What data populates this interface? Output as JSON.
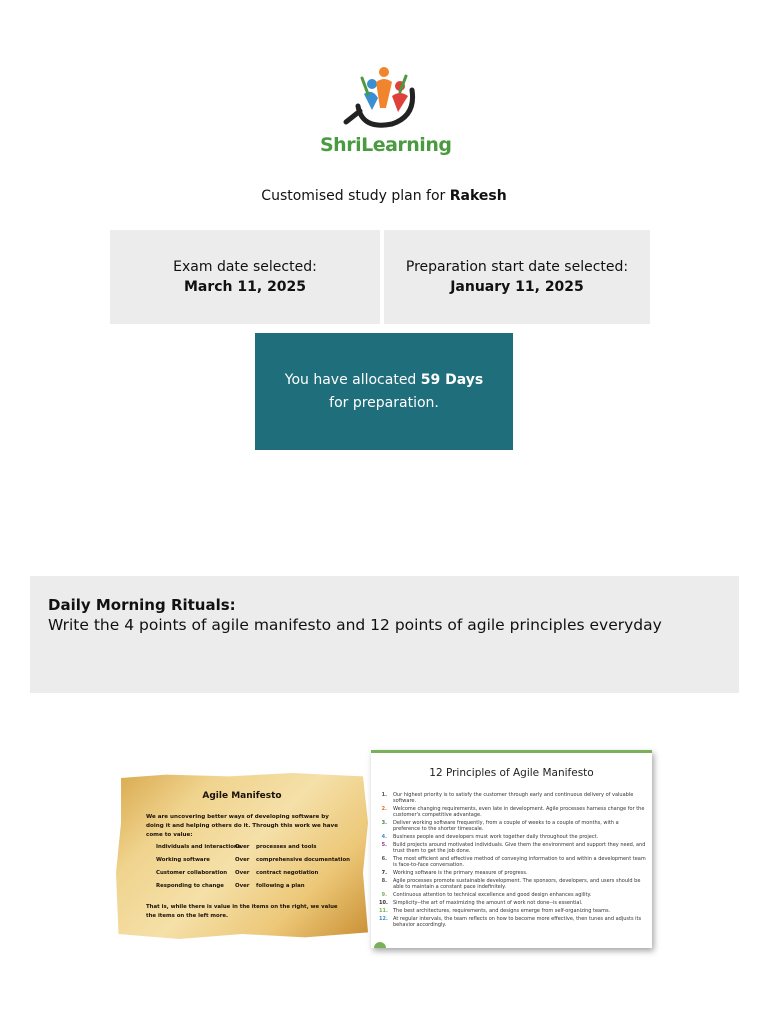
{
  "brand": {
    "name": "ShriLearning",
    "colors": {
      "green": "#4a9a3f",
      "teal": "#1f6e7c",
      "orange": "#f0852d",
      "blue": "#3a8fd0",
      "red": "#e0403a"
    }
  },
  "plan": {
    "prefix": "Customised study plan for ",
    "student": "Rakesh"
  },
  "exam": {
    "label": "Exam date selected:",
    "value": "March 11, 2025"
  },
  "prep": {
    "label": "Preparation start date selected:",
    "value": "January 11, 2025"
  },
  "allocation": {
    "prefix": "You have allocated ",
    "days": "59 Days",
    "suffix": " for preparation."
  },
  "ritual": {
    "title": "Daily Morning Rituals:",
    "description": "Write the 4 points of agile manifesto and 12 points of agile principles everyday"
  },
  "manifesto": {
    "title": "Agile Manifesto",
    "intro": "We are uncovering better ways of developing software by doing it and helping others do it. Through this work we have come to value:",
    "rows": [
      {
        "left": "Individuals and interactions",
        "mid": "Over",
        "right": "processes and tools"
      },
      {
        "left": "Working software",
        "mid": "Over",
        "right": "comprehensive documentation"
      },
      {
        "left": "Customer collaboration",
        "mid": "Over",
        "right": "contract negotiation"
      },
      {
        "left": "Responding to change",
        "mid": "Over",
        "right": "following a plan"
      }
    ],
    "footer": "That is, while there is value in the items on the right, we value the items on the left more."
  },
  "principles": {
    "title": "12 Principles of Agile Manifesto",
    "items": [
      {
        "num": "1.",
        "text": "Our highest priority is to satisfy the customer through early and continuous delivery of valuable software.",
        "color": "#555"
      },
      {
        "num": "2.",
        "text": "Welcome changing requirements, even late in development. Agile processes harness change for the customer's competitive advantage.",
        "color": "#e07020"
      },
      {
        "num": "3.",
        "text": "Deliver working software frequently, from a couple of weeks to a couple of months, with a preference to the shorter timescale.",
        "color": "#3c8a3c"
      },
      {
        "num": "4.",
        "text": "Business people and developers must work together daily throughout the project.",
        "color": "#3a8fd0"
      },
      {
        "num": "5.",
        "text": "Build projects around motivated individuals. Give them the environment and support they need, and trust them to get the job done.",
        "color": "#8a3c8a"
      },
      {
        "num": "6.",
        "text": "The most efficient and effective method of conveying information to and within a development team is face-to-face conversation.",
        "color": "#555"
      },
      {
        "num": "7.",
        "text": "Working software is the primary measure of progress.",
        "color": "#333"
      },
      {
        "num": "8.",
        "text": "Agile processes promote sustainable development. The sponsors, developers, and users should be able to maintain a constant pace indefinitely.",
        "color": "#555"
      },
      {
        "num": "9.",
        "text": "Continuous attention to technical excellence and good design enhances agility.",
        "color": "#7ab05a"
      },
      {
        "num": "10.",
        "text": "Simplicity--the art of maximizing the amount of work not done--is essential.",
        "color": "#333"
      },
      {
        "num": "11.",
        "text": "The best architectures, requirements, and designs emerge from self-organizing teams.",
        "color": "#7ab05a"
      },
      {
        "num": "12.",
        "text": "At regular intervals, the team reflects on how to become more effective, then tunes and adjusts its behavior accordingly.",
        "color": "#3a8fd0"
      }
    ]
  }
}
